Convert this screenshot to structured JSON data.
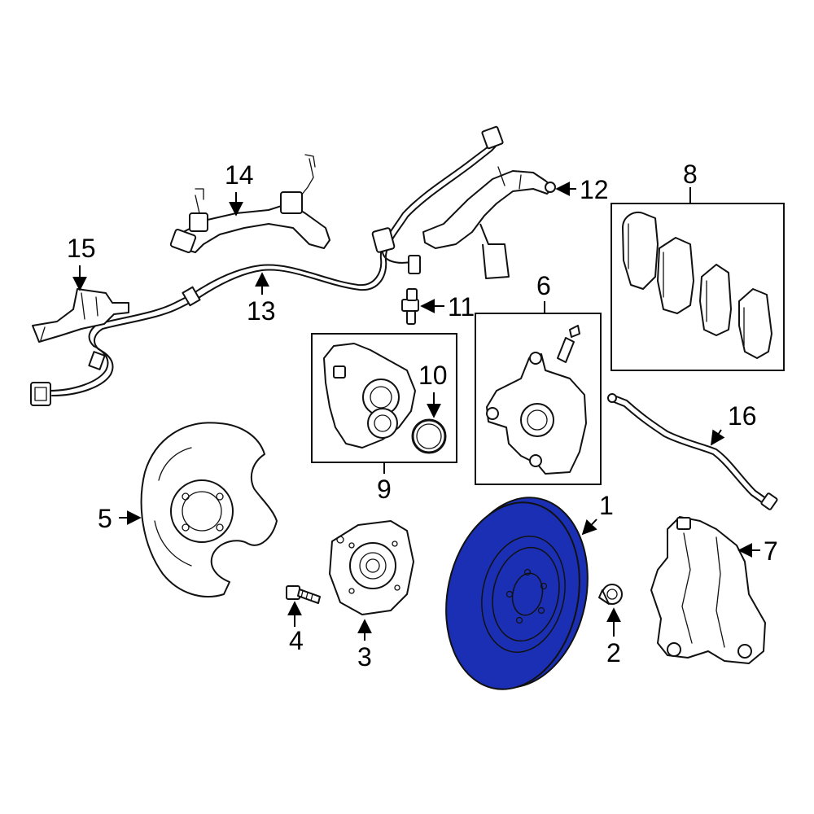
{
  "diagram": {
    "highlight_color": "#1a2fb3",
    "callouts": [
      {
        "id": "c1",
        "text": "1"
      },
      {
        "id": "c2",
        "text": "2"
      },
      {
        "id": "c3",
        "text": "3"
      },
      {
        "id": "c4",
        "text": "4"
      },
      {
        "id": "c5",
        "text": "5"
      },
      {
        "id": "c6",
        "text": "6"
      },
      {
        "id": "c7",
        "text": "7"
      },
      {
        "id": "c8",
        "text": "8"
      },
      {
        "id": "c9",
        "text": "9"
      },
      {
        "id": "c10",
        "text": "10"
      },
      {
        "id": "c11",
        "text": "11"
      },
      {
        "id": "c12",
        "text": "12"
      },
      {
        "id": "c13",
        "text": "13"
      },
      {
        "id": "c14",
        "text": "14"
      },
      {
        "id": "c15",
        "text": "15"
      },
      {
        "id": "c16",
        "text": "16"
      }
    ]
  }
}
